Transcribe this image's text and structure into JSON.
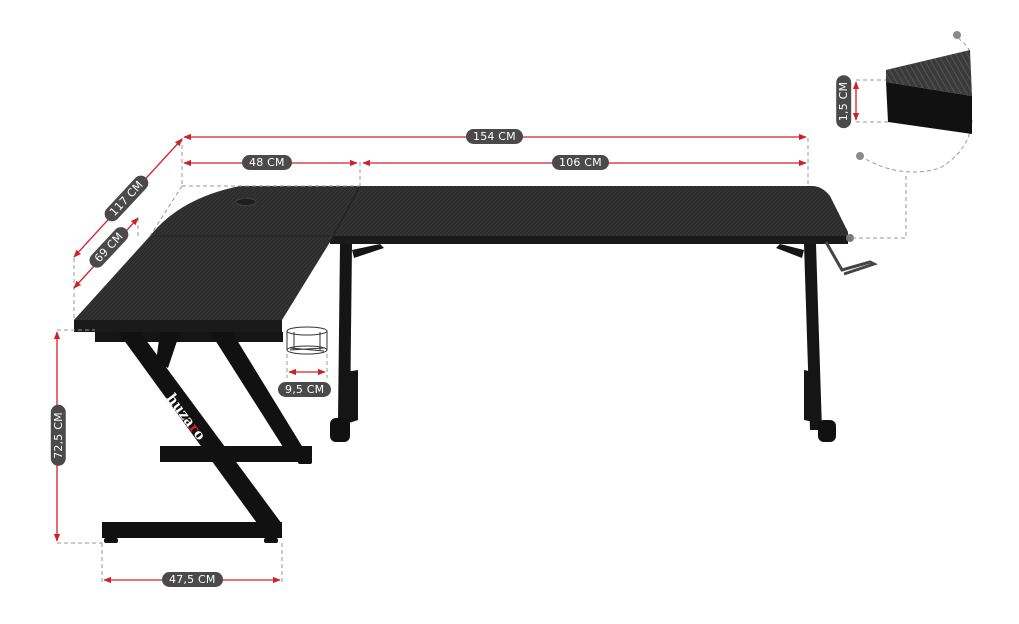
{
  "diagram": {
    "subject": "L-shaped gaming desk",
    "brand_logo_text": "huzaro",
    "colors": {
      "dimension_line": "#d32027",
      "guide_line": "#9a9a9a",
      "label_bg": "#4a4a4a",
      "label_text": "#ffffff",
      "desk_top": "#2b2b2b",
      "frame": "#111111",
      "logo_accent": "#d32027"
    },
    "dimensions": {
      "total_width": "154 CM",
      "corner_section_width": "48 CM",
      "main_section_width": "106 CM",
      "total_depth": "117 CM",
      "wing_depth": "69 CM",
      "height": "72,5 CM",
      "leg_base_width": "47,5 CM",
      "cup_holder_diameter": "9,5 CM",
      "top_thickness": "1,5 CM"
    },
    "callouts": [
      {
        "name": "edge-detail",
        "description": "Desk top edge thickness close-up"
      },
      {
        "name": "cup-holder",
        "description": "Cup holder"
      },
      {
        "name": "headphone-hook",
        "description": "Headphone hook"
      }
    ]
  }
}
